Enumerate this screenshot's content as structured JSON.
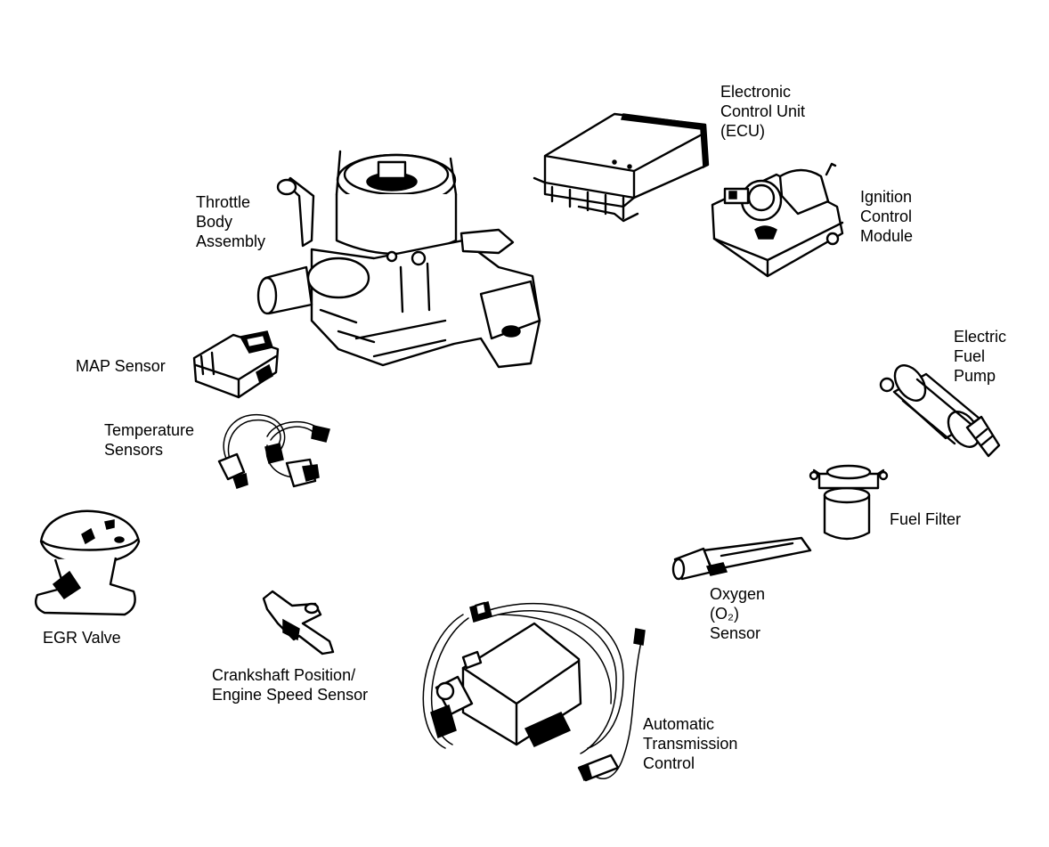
{
  "components": [
    {
      "id": "ecu",
      "lines": [
        "Electronic",
        "Control Unit",
        "(ECU)"
      ]
    },
    {
      "id": "ignition-control-module",
      "lines": [
        "Ignition",
        "Control",
        "Module"
      ]
    },
    {
      "id": "throttle-body-assembly",
      "lines": [
        "Throttle",
        "Body",
        "Assembly"
      ]
    },
    {
      "id": "map-sensor",
      "lines": [
        "MAP Sensor"
      ]
    },
    {
      "id": "temperature-sensors",
      "lines": [
        "Temperature",
        "Sensors"
      ]
    },
    {
      "id": "electric-fuel-pump",
      "lines": [
        "Electric",
        "Fuel",
        "Pump"
      ]
    },
    {
      "id": "fuel-filter",
      "lines": [
        "Fuel Filter"
      ]
    },
    {
      "id": "oxygen-sensor",
      "lines": [
        "Oxygen",
        "(O₂)",
        "Sensor"
      ]
    },
    {
      "id": "egr-valve",
      "lines": [
        "EGR Valve"
      ]
    },
    {
      "id": "crankshaft-position-sensor",
      "lines": [
        "Crankshaft Position/",
        "Engine Speed Sensor"
      ]
    },
    {
      "id": "automatic-transmission-control",
      "lines": [
        "Automatic",
        "Transmission",
        "Control"
      ]
    }
  ]
}
